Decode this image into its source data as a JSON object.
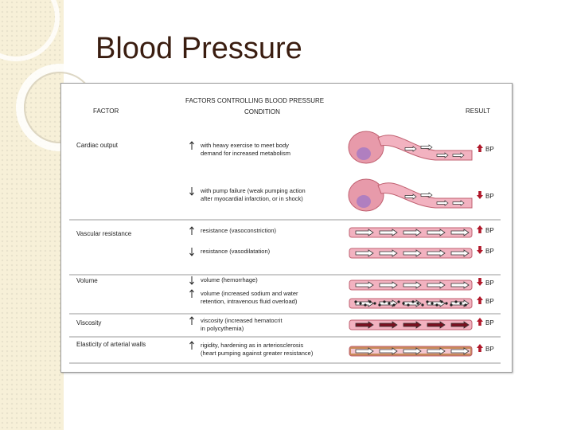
{
  "slide": {
    "title": "Blood Pressure",
    "colors": {
      "background_band": "#f7f0d8",
      "title_text": "#3a1d10",
      "vessel": "#f2b2c0",
      "vessel_edge": "#c06070",
      "bp_arrow": "#b0182a"
    }
  },
  "figure": {
    "title": "FACTORS CONTROLLING BLOOD PRESSURE",
    "headers": {
      "factor": "FACTOR",
      "condition": "CONDITION",
      "result": "RESULT"
    },
    "result_label": "BP",
    "groups": [
      {
        "factor": "Cardiac output",
        "rows": [
          {
            "direction": "up",
            "condition": [
              "with heavy exercise to meet body",
              "demand for increased metabolism"
            ],
            "result": "up"
          },
          {
            "direction": "down",
            "condition": [
              "with pump failure (weak pumping action",
              "after myocardial infarction, or in shock)"
            ],
            "result": "down"
          }
        ]
      },
      {
        "factor": "Vascular resistance",
        "rows": [
          {
            "direction": "up",
            "condition": [
              "resistance (vasoconstriction)"
            ],
            "result": "up"
          },
          {
            "direction": "down",
            "condition": [
              "resistance (vasodilatation)"
            ],
            "result": "down"
          }
        ]
      },
      {
        "factor": "Volume",
        "rows": [
          {
            "direction": "down",
            "condition": [
              "volume (hemorrhage)"
            ],
            "result": "down"
          },
          {
            "direction": "up",
            "condition": [
              "volume (increased sodium and water",
              "retention, intravenous fluid overload)"
            ],
            "result": "up"
          }
        ]
      },
      {
        "factor": "Viscosity",
        "rows": [
          {
            "direction": "up",
            "condition": [
              "viscosity (increased hematocrit",
              "in polycythemia)"
            ],
            "result": "up"
          }
        ]
      },
      {
        "factor": "Elasticity of arterial walls",
        "rows": [
          {
            "direction": "up",
            "condition": [
              "rigidity, hardening as in arteriosclerosis",
              "(heart pumping against greater resistance)"
            ],
            "result": "up"
          }
        ]
      }
    ]
  }
}
